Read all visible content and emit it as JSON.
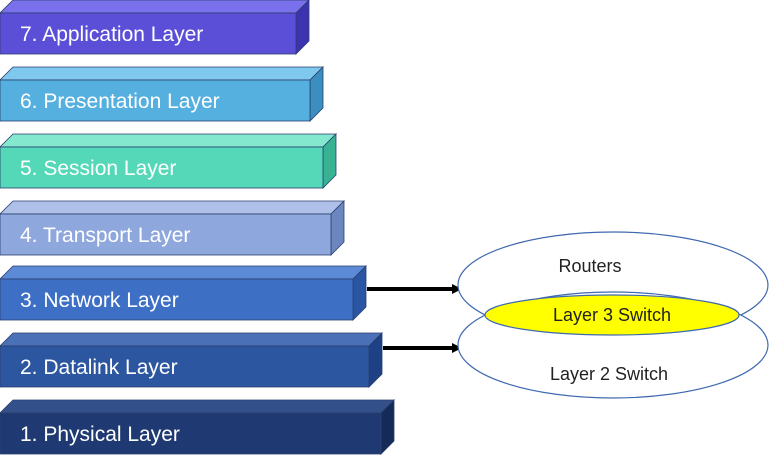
{
  "layers": [
    {
      "label": "7. Application Layer",
      "front": "#5b4fd8",
      "top": "#7a70ec",
      "side": "#3d33b0"
    },
    {
      "label": "6. Presentation Layer",
      "front": "#55b0e0",
      "top": "#7fc8ee",
      "side": "#3a8fc0"
    },
    {
      "label": "5. Session Layer",
      "front": "#55d8b8",
      "top": "#84e8cf",
      "side": "#37b394"
    },
    {
      "label": "4. Transport Layer",
      "front": "#8ea7dc",
      "top": "#aebfe8",
      "side": "#6c86c0"
    },
    {
      "label": "3. Network Layer",
      "front": "#3d6fc4",
      "top": "#5d8ad6",
      "side": "#2a55a3"
    },
    {
      "label": "2. Datalink Layer",
      "front": "#2d56a0",
      "top": "#4a70b8",
      "side": "#1e4084"
    },
    {
      "label": "1. Physical Layer",
      "front": "#1f3a72",
      "top": "#34508a",
      "side": "#142a57"
    }
  ],
  "devices": {
    "routers": "Routers",
    "layer3_switch": "Layer 3 Switch",
    "layer2_switch": "Layer 2 Switch"
  },
  "colors": {
    "highlight": "#ffff00",
    "ellipse_stroke": "#3f6ab0",
    "arrow": "#000000"
  }
}
